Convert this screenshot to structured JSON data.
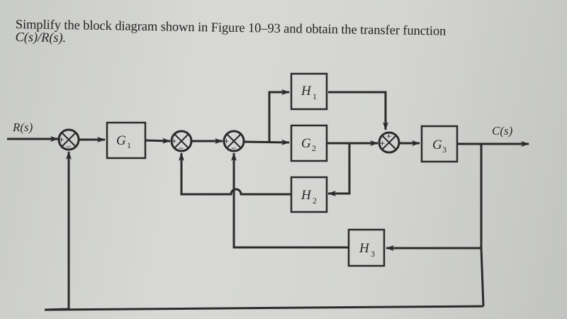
{
  "problem": {
    "line1": "Simplify the block diagram shown in Figure 10–93 and obtain the transfer function",
    "line2": "C(s)/R(s)."
  },
  "diagram": {
    "input_label": "R(s)",
    "output_label": "C(s)",
    "blocks": {
      "G1": {
        "name": "G",
        "sub": "1"
      },
      "G2": {
        "name": "G",
        "sub": "2"
      },
      "G3": {
        "name": "G",
        "sub": "3"
      },
      "H1": {
        "name": "H",
        "sub": "1"
      },
      "H2": {
        "name": "H",
        "sub": "2"
      },
      "H3": {
        "name": "H",
        "sub": "3"
      }
    },
    "signs": {
      "plus": "+",
      "minus": "−"
    },
    "colors": {
      "ink": "#2a2a2a",
      "paper": "#d6d7d4"
    }
  }
}
